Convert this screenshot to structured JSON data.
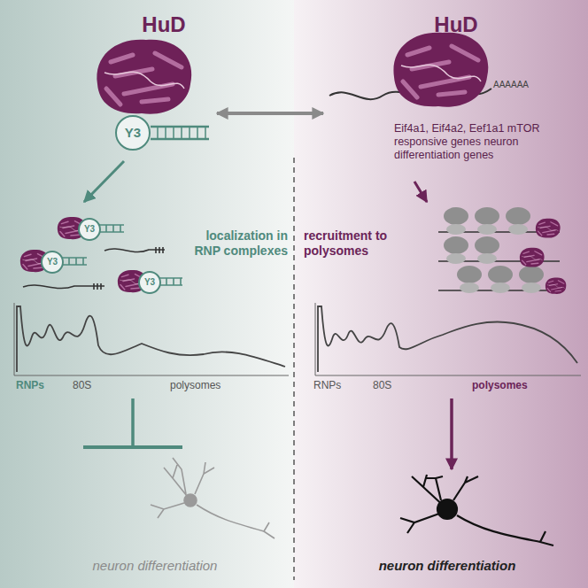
{
  "diagram": {
    "nodes": [
      {
        "text": [
          "HuD"
        ]
      },
      {
        "text": [
          "Y3"
        ],
        "in": 0
      },
      {
        "text": [
          "HuD",
          "Eif4a1, Eif4a2, Eef1a1 mTOR responsive genes neuron differentiation genes"
        ]
      },
      {
        "text": [
          "localization in RNP complexes"
        ]
      },
      {
        "text": [
          "Y3"
        ],
        "in": 3
      },
      {
        "text": [
          "Y3"
        ],
        "in": 3
      },
      {
        "text": [
          "Y3"
        ],
        "in": 3
      },
      {
        "text": [
          "recruitment to polysomes"
        ]
      },
      {
        "text": [
          "RNPs",
          "80S",
          "polysomes"
        ]
      },
      {
        "text": [
          "RNPs",
          "80S",
          "polysomes"
        ]
      },
      {
        "text": [
          "neuron differentiation"
        ]
      },
      {
        "text": [
          "neuron differentiation"
        ]
      }
    ],
    "edges": [
      {
        "from": 0,
        "to": 2,
        "arrow": "both"
      },
      {
        "from": 0,
        "to": 3,
        "arrow": "to"
      },
      {
        "from": 2,
        "to": 7,
        "arrow": "to"
      },
      {
        "from": 8,
        "to": 10,
        "arrow": "to"
      },
      {
        "from": 9,
        "to": 11,
        "arrow": "to"
      }
    ],
    "labels": [
      "AAAAAA"
    ]
  }
}
